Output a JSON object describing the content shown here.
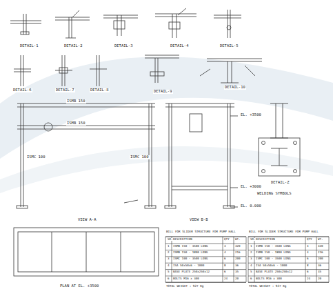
{
  "diagram": {
    "labels": [
      "DETAIL-1",
      "DETAIL-2",
      "DETAIL-3",
      "DETAIL-4",
      "DETAIL-5",
      "DETAIL-6",
      "DETAIL-7",
      "DETAIL-8",
      "DETAIL-9",
      "DETAIL-10",
      "ISMB 150",
      "ISMB 150",
      "ISMC 100",
      "ISMC 100",
      "VIEW A-A",
      "EL. +3500",
      "EL. +3000",
      "EL. 0.000",
      "VIEW B-B",
      "DETAIL-Z",
      "WELDING SYMBOLS",
      "PLAN AT EL. +3500",
      "BILL FOR SLIDER STRUCTURE FOR PUMP HALL",
      "SR.",
      "DESCRIPTION",
      "QTY",
      "WT.",
      "1",
      "ISMB 150 - 3500 LONG",
      "4",
      "420",
      "2",
      "ISMB 150 - 1800 LONG",
      "4",
      "216",
      "3",
      "ISMC 100 - 3500 LONG",
      "6",
      "200",
      "4",
      "ISA 50x50x6 - 1000",
      "8",
      "36",
      "5",
      "BASE PLATE 250x250x12",
      "6",
      "35",
      "6",
      "BOLTS M16 x 300",
      "24",
      "20",
      "TOTAL WEIGHT : 927 Kg",
      "BILL FOR SLIDER STRUCTURE FOR PUMP HALL",
      "SR.",
      "DESCRIPTION",
      "QTY",
      "WT.",
      "1",
      "ISMB 150 - 3500 LONG",
      "4",
      "420",
      "2",
      "ISMB 150 - 1800 LONG",
      "4",
      "216",
      "3",
      "ISMC 100 - 3500 LONG",
      "6",
      "200",
      "4",
      "ISA 50x50x6 - 1000",
      "8",
      "36",
      "5",
      "BASE PLATE 250x250x12",
      "6",
      "35",
      "6",
      "BOLTS M16 x 300",
      "24",
      "20",
      "TOTAL WEIGHT : 927 Kg"
    ]
  }
}
